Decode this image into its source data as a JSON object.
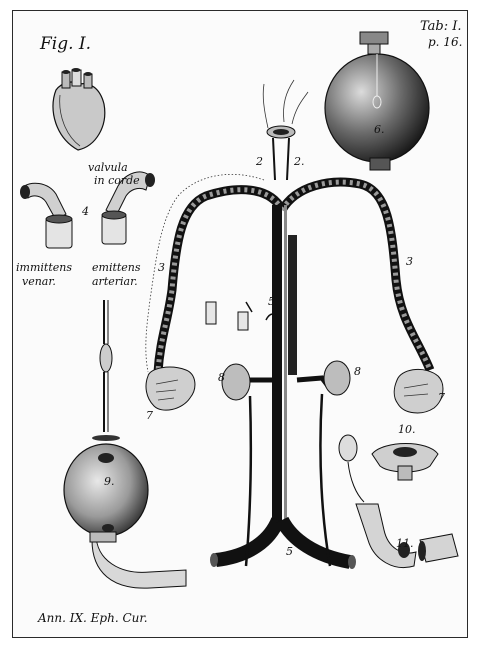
{
  "plate": {
    "figure_label": "Fig. I.",
    "tab_label": "Tab: I.",
    "page_ref": "p. 16.",
    "caption": "Ann. IX. Eph. Cur.",
    "part_labels": {
      "valvula_line1": "valvula",
      "valvula_line2": "in corde",
      "immittens_line1": "immittens",
      "immittens_line2": "venar.",
      "emittens_line1": "emittens",
      "emittens_line2": "arteriar."
    },
    "numbers": {
      "n2_left": "2",
      "n2_right": "2.",
      "n3_left": "3",
      "n3_right": "3",
      "n4": "4",
      "n5_upper": "5",
      "n5_lower": "5",
      "n6": "6.",
      "n7_left": "7",
      "n7_right": "7",
      "n8_left": "8",
      "n8_right": "8",
      "n9": "9.",
      "n10": "10.",
      "n11": "11."
    }
  },
  "colors": {
    "ink": "#111111",
    "paper": "#fbfbfb",
    "frame": "#2a2a2a"
  }
}
